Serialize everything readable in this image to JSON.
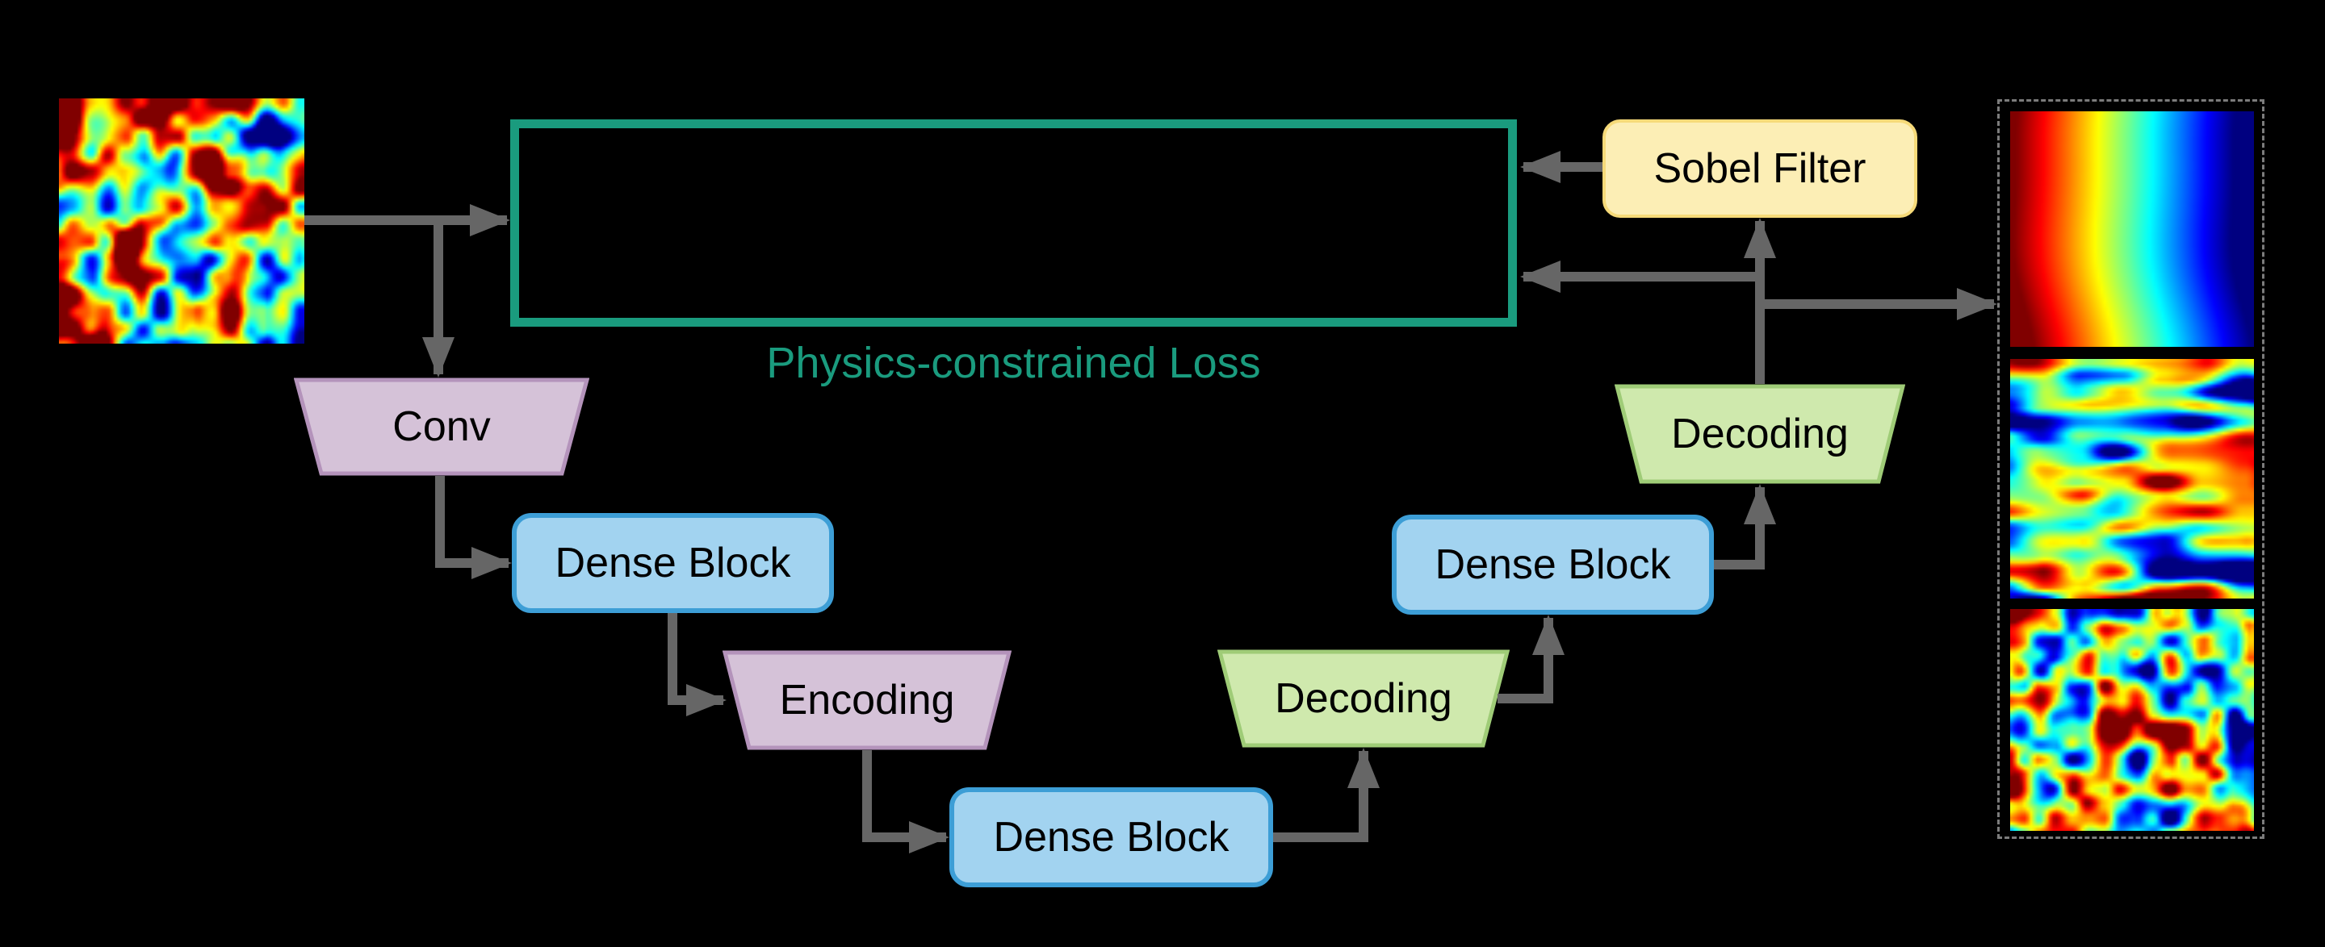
{
  "loss": {
    "label": "Physics-constrained Loss"
  },
  "sobel": {
    "label": "Sobel Filter"
  },
  "blocks": {
    "conv": {
      "label": "Conv",
      "shape": "trapezoid",
      "variant": "purple"
    },
    "dense1": {
      "label": "Dense Block",
      "shape": "rounded",
      "variant": "blue"
    },
    "encoding": {
      "label": "Encoding",
      "shape": "trapezoid",
      "variant": "purple"
    },
    "dense2": {
      "label": "Dense Block",
      "shape": "rounded",
      "variant": "blue"
    },
    "decoding1": {
      "label": "Decoding",
      "shape": "trapezoid",
      "variant": "green"
    },
    "dense3": {
      "label": "Dense Block",
      "shape": "rounded",
      "variant": "blue"
    },
    "decoding2": {
      "label": "Decoding",
      "shape": "trapezoid",
      "variant": "green"
    }
  },
  "colors": {
    "background": "#000000",
    "loss_teal": "#1a9b7e",
    "arrow_gray": "#666666",
    "dashed_border_gray": "#7c7c7c",
    "purple_fill": "#d5c2d8",
    "purple_stroke": "#b493bb",
    "blue_fill": "#a2d3f0",
    "blue_stroke": "#3d9ed6",
    "green_fill": "#cfe9ad",
    "green_stroke": "#9fcc77",
    "yellow_fill": "#fceeb5",
    "yellow_stroke": "#f6da79",
    "label_black": "#000000"
  },
  "images": {
    "input": {
      "desc": "jet-colormap random field (network input)",
      "kind": "noise",
      "seed": 9,
      "f1x": 7,
      "f1y": 7,
      "f2x": 14,
      "f2y": 14,
      "bias": 0.6,
      "contrast": 1.9,
      "gradx": 0.35,
      "res": 76
    },
    "output_gradient": {
      "desc": "jet-colormap smooth horizontal gradient (output)",
      "kind": "gradient",
      "res": 76
    },
    "output_streaks": {
      "desc": "jet-colormap horizontally streaked field (output)",
      "kind": "noise",
      "seed": 4,
      "f1x": 3,
      "f1y": 8,
      "f2x": 6,
      "f2y": 16,
      "bias": 0.4,
      "contrast": 2.1,
      "gradx": 0,
      "res": 76
    },
    "output_noise": {
      "desc": "jet-colormap random field (output)",
      "kind": "noise",
      "seed": 17,
      "f1x": 7.5,
      "f1y": 7.5,
      "f2x": 15,
      "f2y": 15,
      "bias": 0.52,
      "contrast": 1.7,
      "gradx": 0,
      "res": 76
    }
  }
}
